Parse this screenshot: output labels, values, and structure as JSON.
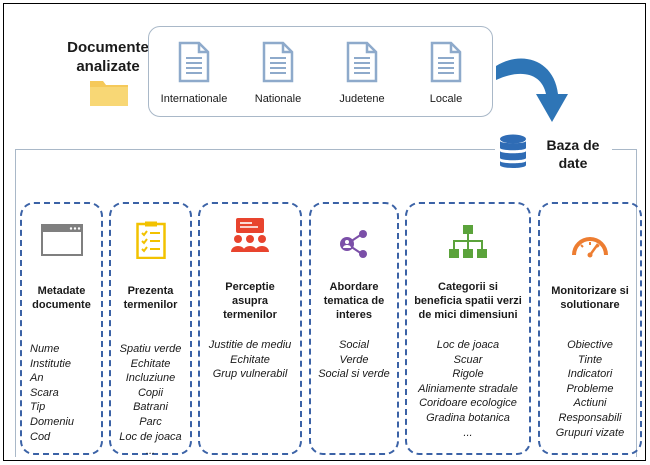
{
  "documents": {
    "title_line1": "Documente",
    "title_line2": "analizate",
    "types": [
      "Internationale",
      "Nationale",
      "Judetene",
      "Locale"
    ]
  },
  "database": {
    "title_line1": "Baza de",
    "title_line2": "date"
  },
  "columns": [
    {
      "title": [
        "Metadate",
        "documente"
      ],
      "icon": "browser-window-icon",
      "items": [
        "Nume",
        "Institutie",
        "An",
        "Scara",
        "Tip",
        "Domeniu",
        "Cod"
      ]
    },
    {
      "title": [
        "Prezenta",
        "termenilor"
      ],
      "icon": "checklist-icon",
      "items": [
        "Spatiu verde",
        "Echitate",
        "Incluziune",
        "Copii",
        "Batrani",
        "Parc",
        "Loc de joaca",
        "..."
      ]
    },
    {
      "title": [
        "Perceptie",
        "asupra",
        "termenilor"
      ],
      "icon": "audience-presentation-icon",
      "items": [
        "Justitie de mediu",
        "Echitate",
        "Grup vulnerabil"
      ]
    },
    {
      "title": [
        "Abordare",
        "tematica de",
        "interes"
      ],
      "icon": "share-nodes-icon",
      "items": [
        "Social",
        "Verde",
        "Social si verde"
      ]
    },
    {
      "title": [
        "Categorii si",
        "beneficia spatii verzi",
        "de mici dimensiuni"
      ],
      "icon": "hierarchy-icon",
      "items": [
        "Loc de joaca",
        "Scuar",
        "Rigole",
        "Aliniamente stradale",
        "Coridoare ecologice",
        "Gradina botanica",
        "..."
      ]
    },
    {
      "title": [
        "Monitorizare si",
        "solutionare"
      ],
      "icon": "gauge-icon",
      "items": [
        "Obiective",
        "Tinte",
        "Indicatori",
        "Probleme",
        "Actiuni",
        "Responsabili",
        "Grupuri vizate"
      ]
    }
  ],
  "colors": {
    "dashed_border": "#3b62a6",
    "doc_icon": "#8eaacb",
    "arrow": "#2e75b6",
    "database": "#2f6cb5",
    "folder": "#f8d775",
    "checklist": "#f2c200",
    "audience": "#e8442e",
    "share": "#7b4fa8",
    "hierarchy": "#5ba33b",
    "gauge": "#ed7d31"
  }
}
